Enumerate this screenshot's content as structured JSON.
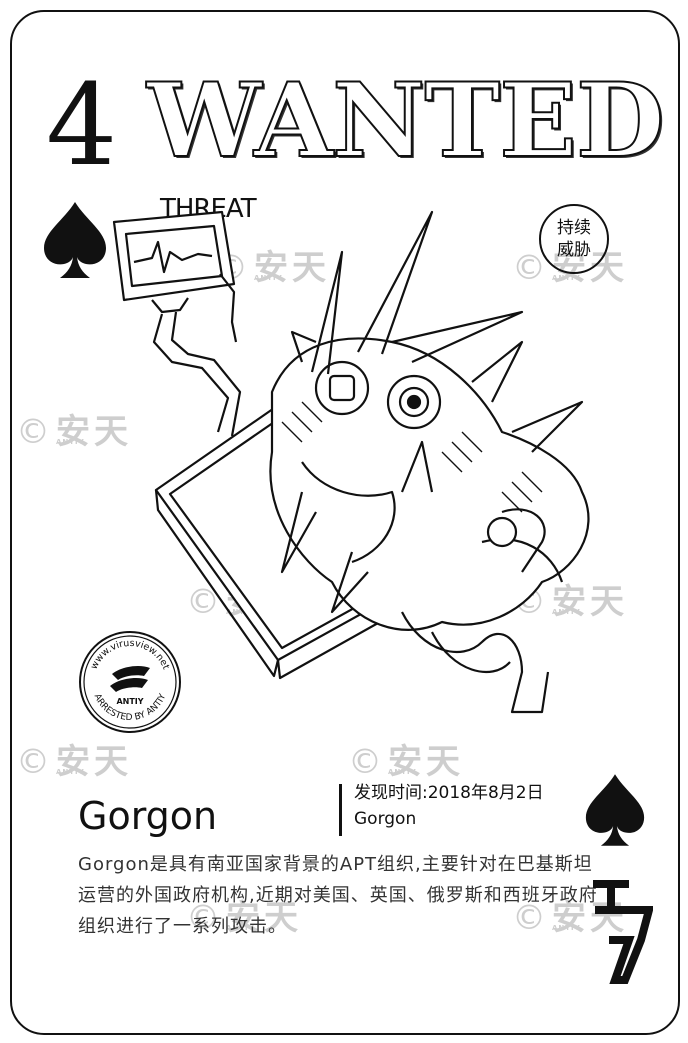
{
  "card": {
    "rank": "4",
    "title": "WANTED",
    "subtitle": "THREAT",
    "badge_line1": "持续",
    "badge_line2": "威胁",
    "name": "Gorgon",
    "discovery_line": "发现时间:2018年8月2日",
    "discovery_name": "Gorgon",
    "description": "Gorgon是具有南亚国家背景的APT组织,主要针对在巴基斯坦运营的外国政府机构,近期对美国、英国、俄罗斯和西班牙政府组织进行了一系列攻击。",
    "suit_icon": "spade-icon"
  },
  "stamp": {
    "url_text": "www.virusview.net",
    "logo_text": "ANTIY",
    "arrested_text": "ARRESTED BY ANTIY"
  },
  "watermark": {
    "text": "安天",
    "sub": "ANTIY"
  },
  "colors": {
    "ink": "#111111",
    "watermark": "#c9c9c9",
    "body_text": "#333333"
  }
}
